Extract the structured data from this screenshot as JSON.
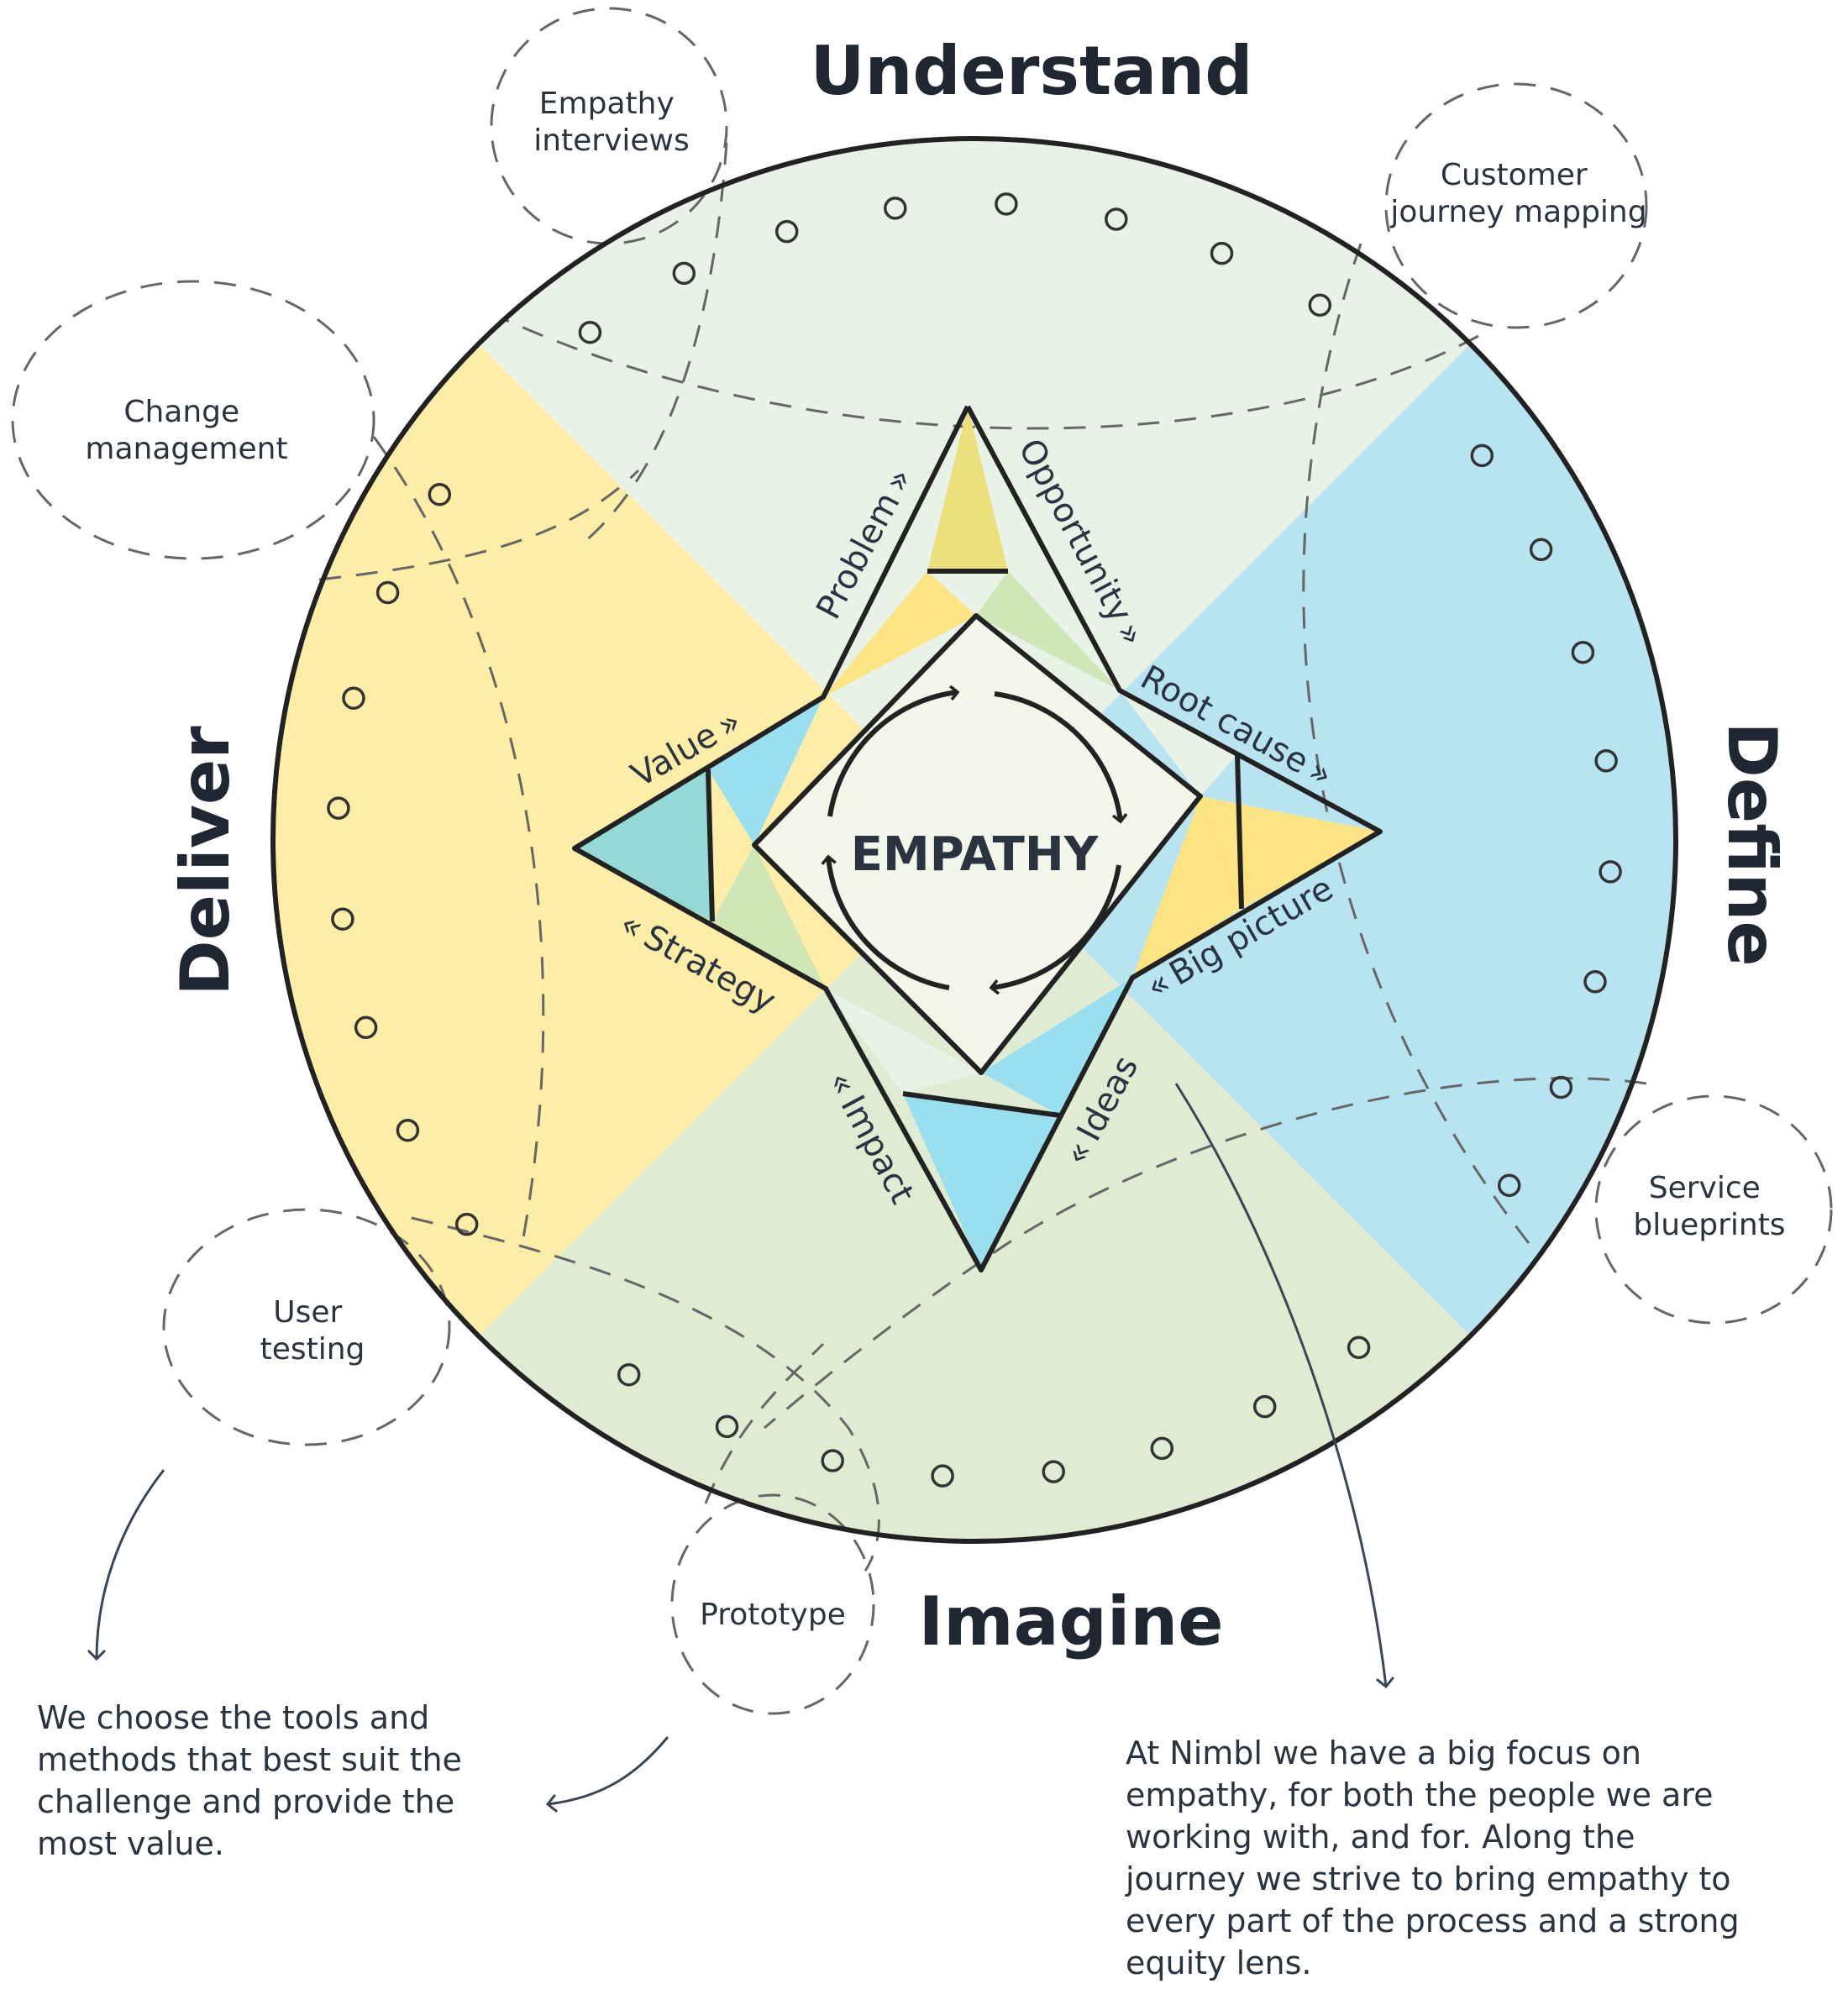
{
  "phases": {
    "top": "Understand",
    "right": "Define",
    "bottom": "Imagine",
    "left": "Deliver"
  },
  "center": "EMPATHY",
  "star_labels": {
    "problem": "Problem",
    "opportunity": "Opportunity",
    "root_cause": "Root cause",
    "big_picture": "Big picture",
    "ideas": "Ideas",
    "impact": "Impact",
    "strategy": "Strategy",
    "value": "Value"
  },
  "methods": {
    "empathy_interviews": [
      "Empathy",
      "interviews"
    ],
    "customer_journey": [
      "Customer",
      "journey mapping"
    ],
    "change_management": [
      "Change",
      "management"
    ],
    "service_blueprints": [
      "Service",
      "blueprints"
    ],
    "user_testing": [
      "User",
      "testing"
    ],
    "prototype": [
      "Prototype"
    ]
  },
  "notes": {
    "left": "We choose the tools and methods that best suit the challenge and provide the most value.",
    "right": "At Nimbl we have a big focus on empathy, for both the people we are working with, and for. Along the journey we strive to bring empathy to every part of the process and a strong equity lens."
  },
  "colors": {
    "understand": "#e8f2e6",
    "define": "#b8e4f1",
    "imagine": "#dfecd2",
    "deliver": "#fdeda6",
    "center": "#f2f7ea",
    "star_yellow_dark": "#ebe07c",
    "star_yellow": "#fce483",
    "star_green": "#cfe6b7",
    "star_cyan": "#99dff0",
    "star_teal": "#94d9d6",
    "outline": "#222222"
  }
}
